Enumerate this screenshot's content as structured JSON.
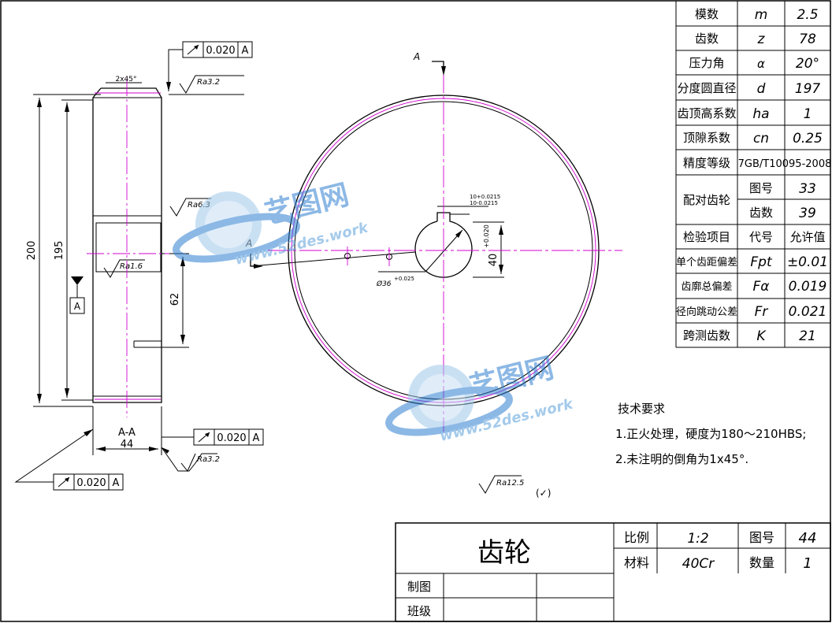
{
  "params_table": {
    "rows": [
      {
        "name": "模数",
        "symbol": "m",
        "value": "2.5"
      },
      {
        "name": "齿数",
        "symbol": "z",
        "value": "78"
      },
      {
        "name": "压力角",
        "symbol": "α",
        "value": "20°"
      },
      {
        "name": "分度圆直径",
        "symbol": "d",
        "value": "197"
      },
      {
        "name": "齿顶高系数",
        "symbol": "ha",
        "value": "1"
      },
      {
        "name": "顶隙系数",
        "symbol": "cn",
        "value": "0.25"
      }
    ],
    "precision": {
      "name": "精度等级",
      "value": "7GB/T10095-2008"
    },
    "mating": {
      "name": "配对齿轮",
      "drawing_no_label": "图号",
      "drawing_no": "33",
      "teeth_label": "齿数",
      "teeth": "39"
    },
    "inspection_header": {
      "name": "检验项目",
      "symbol": "代号",
      "value": "允许值"
    },
    "inspection_rows": [
      {
        "name": "单个齿距偏差",
        "symbol": "Fpt",
        "value": "±0.01"
      },
      {
        "name": "齿廓总偏差",
        "symbol": "Fα",
        "value": "0.019"
      },
      {
        "name": "径向跳动公差",
        "symbol": "Fr",
        "value": "0.021"
      },
      {
        "name": "跨测齿数",
        "symbol": "K",
        "value": "21"
      }
    ]
  },
  "tech_requirements": {
    "title": "技术要求",
    "items": [
      "1.正火处理，硬度为180～210HBS;",
      "2.未注明的倒角为1x45°."
    ]
  },
  "title_block": {
    "part_name": "齿轮",
    "scale_label": "比例",
    "scale": "1:2",
    "drawing_no_label": "图号",
    "drawing_no": "44",
    "material_label": "材料",
    "material": "40Cr",
    "quantity_label": "数量",
    "quantity": "1",
    "drawn_label": "制图",
    "class_label": "班级"
  },
  "watermark": {
    "brand": "艺图网",
    "url": "www.52des.work"
  },
  "side_view": {
    "chamfer": "2x45°",
    "dim_200": "200",
    "dim_195": "195",
    "dim_62": "62",
    "dim_44": "44",
    "section_label": "A-A",
    "runout_value": "0.020",
    "datum": "A",
    "ra_top": "Ra3.2",
    "ra_bore": "Ra6.3",
    "ra_key": "Ra1.6",
    "ra_bottom": "Ra3.2"
  },
  "front_view": {
    "section_mark": "A",
    "keyway_tol_upper": "10+0.0215",
    "keyway_tol_lower": "10-0.0215",
    "hub_tol": "+0.020",
    "hub_dim": "40",
    "bore_dim": "Ø36",
    "bore_tol": "+0.025",
    "ra_general": "Ra12.5",
    "ra_other": "(✓)"
  }
}
